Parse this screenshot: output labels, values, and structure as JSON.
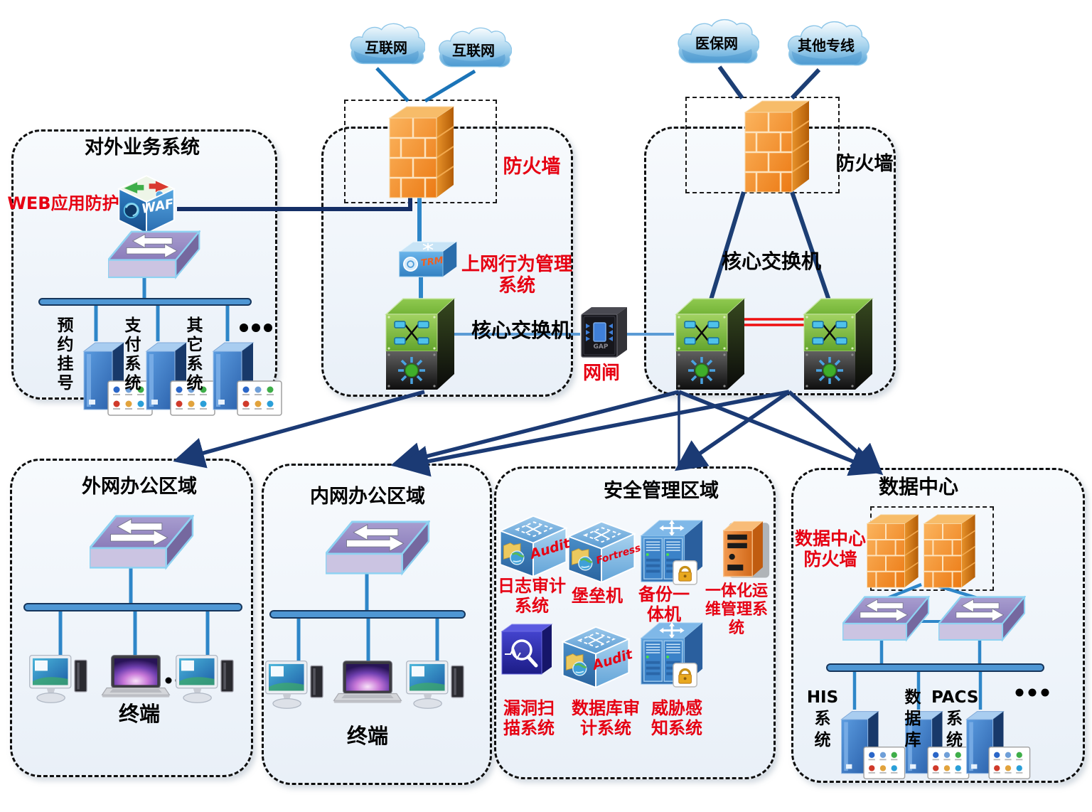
{
  "clouds": [
    {
      "label": "互联网"
    },
    {
      "label": "互联网"
    },
    {
      "label": "医保网"
    },
    {
      "label": "其他专线"
    }
  ],
  "zone_external": {
    "title": "对外业务系统",
    "waf_caption": "WEB应用防护",
    "waf_text": "WAF",
    "server_labels": [
      [
        "预",
        "约",
        "挂",
        "号"
      ],
      [
        "支",
        "付",
        "系",
        "统"
      ],
      [
        "其",
        "它",
        "系",
        "统"
      ]
    ]
  },
  "zone_internet": {
    "firewall_label": "防火墙",
    "behavior_caption": [
      "上网行为管理",
      "系统"
    ],
    "core_switch_label": "核心交换机",
    "trm_text": "TRM"
  },
  "gatekeeper": {
    "label": "网闸",
    "text": "GAP"
  },
  "zone_private": {
    "firewall_label": "防火墙",
    "core_switch_label": "核心交换机"
  },
  "zone_extoffice": {
    "title": "外网办公区域",
    "terminal_label": "终端"
  },
  "zone_intoffice": {
    "title": "内网办公区域",
    "terminal_label": "终端"
  },
  "zone_security": {
    "title": "安全管理区域",
    "items": [
      {
        "caption": [
          "日志审计",
          "系统"
        ],
        "text": "Audit"
      },
      {
        "caption": [
          "堡垒机"
        ],
        "text": "Fortress"
      },
      {
        "caption": [
          "备份一",
          "体机"
        ]
      },
      {
        "caption": [
          "一体化运",
          "维管理系",
          "统"
        ]
      },
      {
        "caption": [
          "漏洞扫",
          "描系统"
        ]
      },
      {
        "caption": [
          "数据库审",
          "计系统"
        ],
        "text": "Audit"
      },
      {
        "caption": [
          "威胁感",
          "知系统"
        ]
      }
    ]
  },
  "zone_datacenter": {
    "title": "数据中心",
    "firewall_caption": [
      "数据中心",
      "防火墙"
    ],
    "server_labels": [
      [
        "HIS",
        "系",
        "统"
      ],
      [
        "数",
        "据",
        "库"
      ],
      [
        "PACS",
        "系",
        "统"
      ]
    ]
  }
}
